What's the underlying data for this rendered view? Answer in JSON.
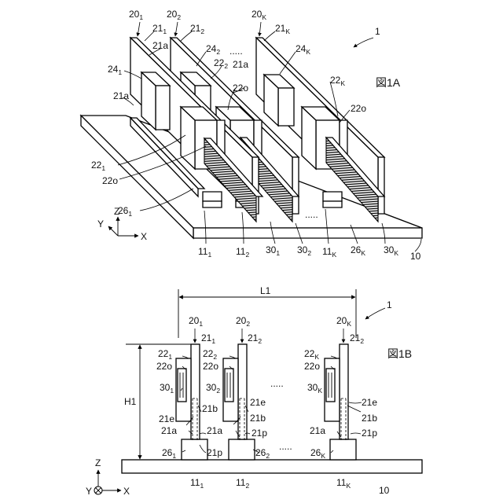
{
  "figure_1a": {
    "title": "図1A",
    "ref_top": "1",
    "labels": {
      "20_1": [
        "20",
        "1"
      ],
      "20_2": [
        "20",
        "2"
      ],
      "20_K": [
        "20",
        "K"
      ],
      "21_1": [
        "21",
        "1"
      ],
      "21_2": [
        "21",
        "2"
      ],
      "21_K": [
        "21",
        "K"
      ],
      "21a_top1": [
        "21a",
        ""
      ],
      "21a_top2": [
        "21a",
        ""
      ],
      "21a_left": [
        "21a",
        ""
      ],
      "24_1": [
        "24",
        "1"
      ],
      "24_2": [
        "24",
        "2"
      ],
      "24_K": [
        "24",
        "K"
      ],
      "22_2": [
        "22",
        "2"
      ],
      "22o_top": [
        "22o",
        ""
      ],
      "22_K": [
        "22",
        "K"
      ],
      "22o_right": [
        "22o",
        ""
      ],
      "22_1": [
        "22",
        "1"
      ],
      "22o_left": [
        "22o",
        ""
      ],
      "26_1": [
        "26",
        "1"
      ],
      "11_1": [
        "11",
        "1"
      ],
      "11_2": [
        "11",
        "2"
      ],
      "11_K": [
        "11",
        "K"
      ],
      "30_1": [
        "30",
        "1"
      ],
      "30_2": [
        "30",
        "2"
      ],
      "30_K": [
        "30",
        "K"
      ],
      "26_K": [
        "26",
        "K"
      ],
      "10": [
        "10",
        ""
      ]
    },
    "ellipsis_top": ".....",
    "ellipsis_bottom": ".....",
    "axes": {
      "z": "Z",
      "y": "Y",
      "x": "X"
    }
  },
  "figure_1b": {
    "title": "図1B",
    "ref_top": "1",
    "dim_L1": "L1",
    "dim_H1": "H1",
    "labels": {
      "20_1": [
        "20",
        "1"
      ],
      "20_2": [
        "20",
        "2"
      ],
      "20_K": [
        "20",
        "K"
      ],
      "21_1": [
        "21",
        "1"
      ],
      "21_2a": [
        "21",
        "2"
      ],
      "21_2b": [
        "21",
        "2"
      ],
      "22_1": [
        "22",
        "1"
      ],
      "22_2": [
        "22",
        "2"
      ],
      "22_K": [
        "22",
        "K"
      ],
      "22o_1": [
        "22o",
        ""
      ],
      "22o_2": [
        "22o",
        ""
      ],
      "22o_3": [
        "22o",
        ""
      ],
      "30_1": [
        "30",
        "1"
      ],
      "30_2": [
        "30",
        "2"
      ],
      "30_K": [
        "30",
        "K"
      ],
      "21e_1": [
        "21e",
        ""
      ],
      "21e_2": [
        "21e",
        ""
      ],
      "21e_3": [
        "21e",
        ""
      ],
      "21b_1": [
        "21b",
        ""
      ],
      "21b_2": [
        "21b",
        ""
      ],
      "21b_3": [
        "21b",
        ""
      ],
      "21a_1": [
        "21a",
        ""
      ],
      "21a_2": [
        "21a",
        ""
      ],
      "21a_3": [
        "21a",
        ""
      ],
      "21p_1": [
        "21p",
        ""
      ],
      "21p_2": [
        "21p",
        ""
      ],
      "21p_3": [
        "21p",
        ""
      ],
      "26_1": [
        "26",
        "1"
      ],
      "26_2": [
        "26",
        "2"
      ],
      "26_K": [
        "26",
        "K"
      ],
      "11_1": [
        "11",
        "1"
      ],
      "11_2": [
        "11",
        "2"
      ],
      "11_K": [
        "11",
        "K"
      ],
      "10": [
        "10",
        ""
      ]
    },
    "ellipsis_top": ".....",
    "ellipsis_bottom": ".....",
    "axes": {
      "z": "Z",
      "y": "Y",
      "x": "X"
    }
  }
}
